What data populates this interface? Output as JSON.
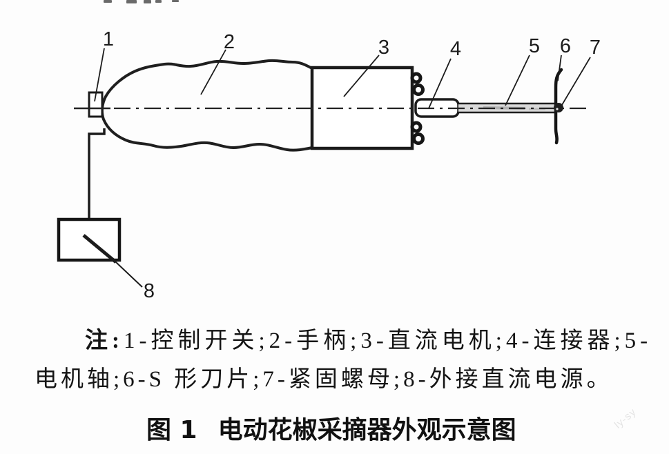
{
  "figure": {
    "part_labels": [
      "1",
      "2",
      "3",
      "4",
      "5",
      "6",
      "7",
      "8"
    ],
    "watermark": "ly-sy"
  },
  "note": {
    "prefix": "注:",
    "line1": "1-控制开关;2-手柄;3-直流电机;4-连接器;5-",
    "line2": "电机轴;6-S 形刀片;7-紧固螺母;8-外接直流电源。"
  },
  "caption": {
    "figure_label": "图 1",
    "title": "电动花椒采摘器外观示意图"
  },
  "colors": {
    "ink": "#1c1c1c",
    "paper": "#fdfdfd",
    "shaft_fill": "#d9d9d9",
    "watermark": "#e4e4e4"
  }
}
